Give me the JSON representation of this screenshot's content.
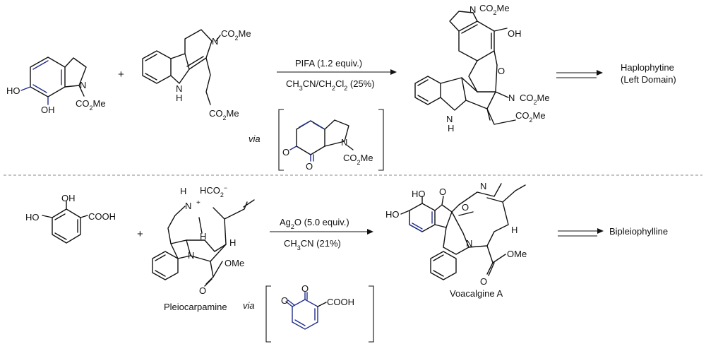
{
  "colors": {
    "highlight": "#1f2d8c",
    "ink": "#111111"
  },
  "top": {
    "sm1": {
      "ho_a": "HO",
      "oh_b": "OH",
      "n": "N",
      "ester": "CO",
      "ester_sub": "2",
      "ester_tail": "Me"
    },
    "plus": "+",
    "sm2": {
      "n_ring": "N",
      "ester": "CO",
      "ester_sub": "2",
      "ester_tail": "Me",
      "nh": "N",
      "h": "H",
      "side": "CO",
      "side_sub": "2",
      "side_tail": "Me"
    },
    "conditions": {
      "reagent": "PIFA (1.2 equiv.)",
      "solvent_a": "CH",
      "solvent_a_sub": "3",
      "solvent_b": "CN/CH",
      "solvent_b_sub": "2",
      "solvent_c": "Cl",
      "solvent_c_sub": "2",
      "yield": " (25%)"
    },
    "via": "via",
    "intermediate": {
      "o1": "O",
      "o2": "O",
      "n": "N",
      "ester": "CO",
      "ester_sub": "2",
      "ester_tail": "Me"
    },
    "product": {
      "n_top": "N",
      "ester_top": "CO",
      "ester_top_sub": "2",
      "ester_top_tail": "Me",
      "oh": "OH",
      "o_bridge": "O",
      "n_mid": "N",
      "ester_mid": "CO",
      "ester_mid_sub": "2",
      "ester_mid_tail": "Me",
      "nh": "N",
      "h": "H",
      "side": "CO",
      "side_sub": "2",
      "side_tail": "Me"
    },
    "target": {
      "line1": "Haplophytine",
      "line2": "(Left Domain)"
    }
  },
  "bottom": {
    "sm1": {
      "oh": "OH",
      "ho": "HO",
      "cooh": "COOH"
    },
    "plus": "+",
    "sm2": {
      "h": "H",
      "n_plus": "N",
      "plus": "+",
      "counter": "HCO",
      "counter_sub": "2",
      "counter_sup": "−",
      "n_ring": "N",
      "h_ring": "H",
      "h_right": "H",
      "o": "O",
      "ome": "OMe",
      "name": "Pleiocarpamine"
    },
    "conditions": {
      "reagent": "Ag",
      "reagent_sub": "2",
      "reagent_tail": "O (5.0 equiv.)",
      "solvent": "CH",
      "solvent_sub": "3",
      "solvent_tail": "CN (21%)"
    },
    "via": "via",
    "intermediate": {
      "o1": "O",
      "o2": "O",
      "cooh": "COOH"
    },
    "product": {
      "ho_a": "HO",
      "ho_b": "HO",
      "o_keto": "O",
      "o_bridge": "O",
      "n_top": "N",
      "n_ring": "N",
      "h": "H",
      "o": "O",
      "ome": "OMe",
      "name": "Voacalgine A"
    },
    "target": {
      "line1": "Bipleiophylline"
    }
  }
}
